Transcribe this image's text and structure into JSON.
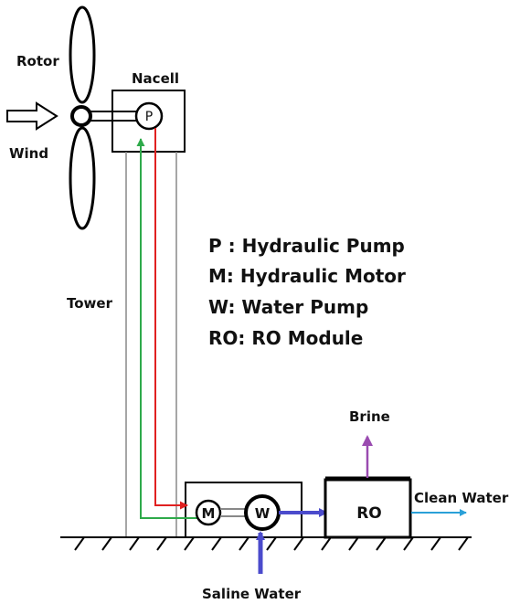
{
  "labels": {
    "rotor": "Rotor",
    "wind": "Wind",
    "nacelle": "Nacell",
    "tower": "Tower",
    "brine": "Brine",
    "clean_water": "Clean Water",
    "saline_water": "Saline Water"
  },
  "components": {
    "pump": "P",
    "motor": "M",
    "water_pump": "W",
    "ro": "RO"
  },
  "legend": [
    "P : Hydraulic Pump",
    "M: Hydraulic Motor",
    "W: Water Pump",
    "RO: RO Module"
  ],
  "colors": {
    "supply_line": "#e02020",
    "return_line": "#2eaa4a",
    "water_flow": "#4b4bcc",
    "brine_flow": "#9a4bb0",
    "clean_water_flow": "#2aa0d8"
  }
}
